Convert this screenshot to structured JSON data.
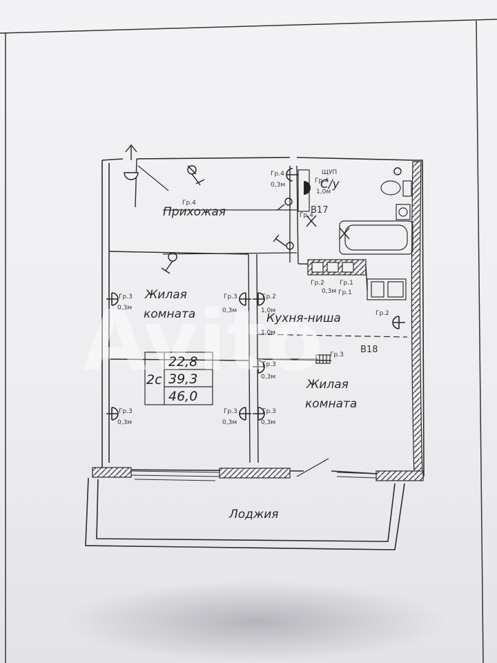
{
  "rooms": {
    "hallway": "Прихожая",
    "bathroom": "С/у",
    "living1_line1": "Жилая",
    "living1_line2": "комната",
    "kitchen": "Кухня-ниша",
    "living2_line1": "Жилая",
    "living2_line2": "комната",
    "loggia": "Лоджия"
  },
  "tags": {
    "b17": "В17",
    "b18": "В18"
  },
  "areas": {
    "type": "2с",
    "living": "22,8",
    "total_living": "39,3",
    "total": "46,0"
  },
  "labels": {
    "gr1": "Гр.1",
    "gr2": "Гр.2",
    "gr3": "Гр.3",
    "gr4": "Гр.4",
    "h03": "0,3м",
    "h10": "1,0м",
    "shup": "ЩУП"
  },
  "watermark": "Avito",
  "colors": {
    "line": "#2b2b2b",
    "hatch": "#555555",
    "paper": "#f1f1f4"
  }
}
